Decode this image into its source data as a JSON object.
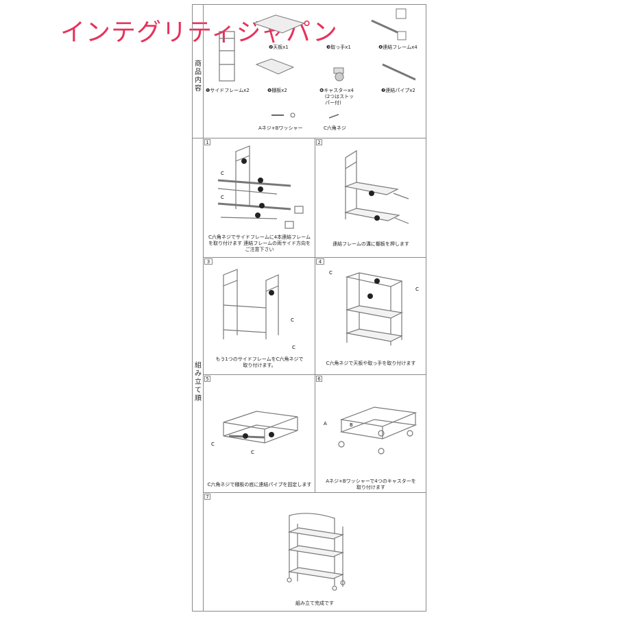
{
  "brand": "インテグリティジャパン",
  "sections": {
    "contents": "商品内容",
    "assembly": "組み立て順"
  },
  "parts": [
    {
      "label": "❶サイドフレームx2"
    },
    {
      "label": "❷天板x1"
    },
    {
      "label": "❸取っ手x1"
    },
    {
      "label": "❹連結フレームx4"
    },
    {
      "label": "❺棚板x2"
    },
    {
      "label": "❻キャスターx4",
      "note": [
        "(2つはストッ",
        "パー付)"
      ]
    },
    {
      "label": "❼連結パイプx2"
    }
  ],
  "screws": [
    "Aネジ+Bワッシャー",
    "C六角ネジ"
  ],
  "steps": [
    {
      "no": "1",
      "caption": [
        "C六角ネジでサイドフレームに4本連結フレーム",
        "を取り付けます 連結フレームの両サイド方向を",
        "ご注意下さい"
      ]
    },
    {
      "no": "2",
      "caption": [
        "連結フレームの溝に棚板を押します"
      ]
    },
    {
      "no": "3",
      "caption": [
        "もう1つのサイドフレームをC六角ネジで",
        "取り付けます。"
      ]
    },
    {
      "no": "4",
      "caption": [
        "C六角ネジで天板や取っ手を取り付けます"
      ]
    },
    {
      "no": "5",
      "caption": [
        "C六角ネジで棚板の底に連結パイプを固定します"
      ]
    },
    {
      "no": "6",
      "caption": [
        "Aネジ+Bワッシャーで4つのキャスターを",
        "取り付けます"
      ]
    },
    {
      "no": "7",
      "caption": [
        "組み立て完成です"
      ]
    }
  ],
  "markers": {
    "c": "C",
    "a": "A",
    "b": "B",
    "n1": "❶",
    "n2": "❷",
    "n3": "❸",
    "n4": "❹",
    "n5": "❺",
    "n7": "❼"
  },
  "colors": {
    "brand": "#e6325a",
    "line": "#888888"
  }
}
